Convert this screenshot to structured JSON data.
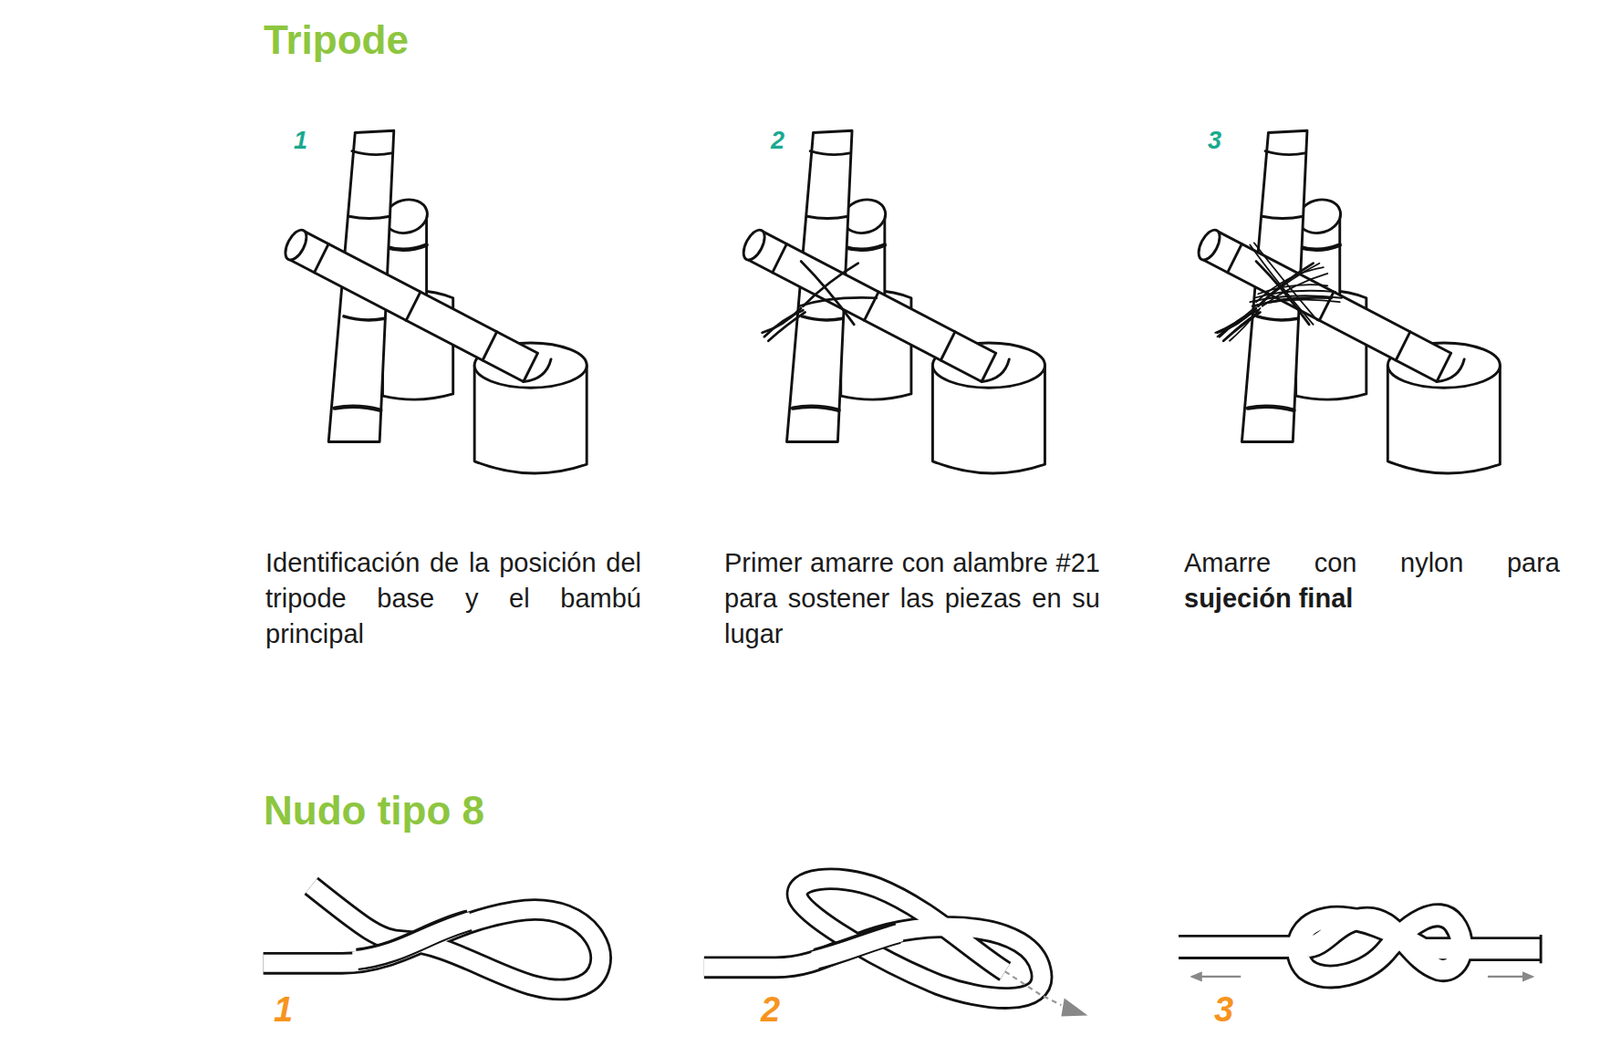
{
  "diagram": {
    "title": "Tripode",
    "labels": [
      "1",
      "2",
      "3",
      "Identificación de la posición del tripode base y el bambú principal",
      "Primer amarre con alambre #21 para sostener las piezas en su lugar",
      "Amarre con nylon para",
      "sujeción final",
      "Nudo tipo 8",
      "1",
      "2",
      "3"
    ]
  }
}
